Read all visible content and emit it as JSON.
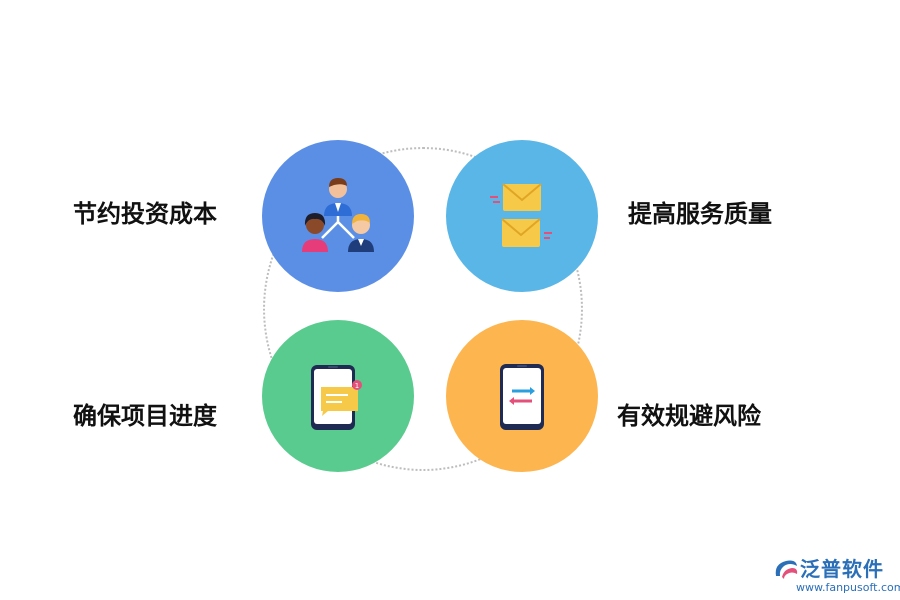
{
  "items": [
    {
      "label": "节约投资成本",
      "icon": "people-hierarchy-icon",
      "color": "#5b8fe6"
    },
    {
      "label": "提高服务质量",
      "icon": "envelopes-icon",
      "color": "#5ab6e6"
    },
    {
      "label": "确保项目进度",
      "icon": "phone-message-icon",
      "color": "#5acb8e"
    },
    {
      "label": "有效规避风险",
      "icon": "phone-transfer-icon",
      "color": "#fdb54f"
    }
  ],
  "logo": {
    "name": "泛普软件",
    "url": "www.fanpusoft.com",
    "color": "#2b6fb8"
  }
}
